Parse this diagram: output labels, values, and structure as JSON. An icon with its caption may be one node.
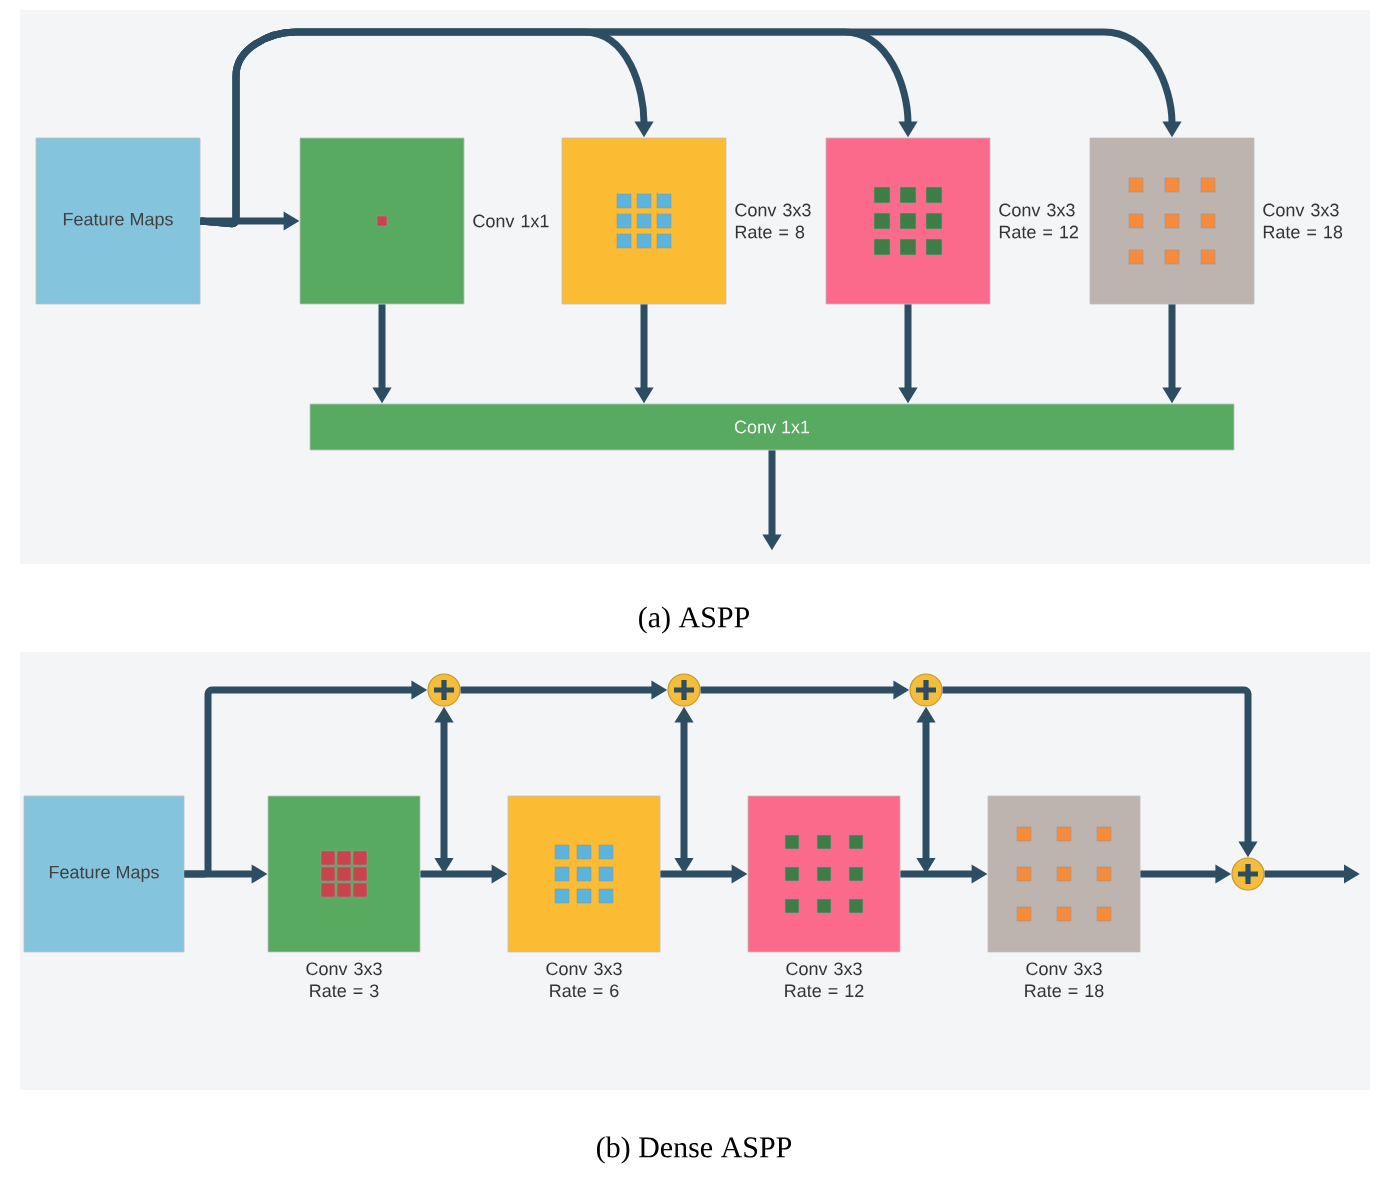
{
  "diagram": {
    "nodes": [
      {
        "text": [
          "Feature Maps"
        ]
      },
      {
        "text": [],
        "shape": "box",
        "beside": [
          "Conv 1x1"
        ]
      },
      {
        "text": [],
        "shape": "box",
        "beside": [
          "Conv 3x3 Rate = 8"
        ]
      },
      {
        "text": [],
        "shape": "box",
        "beside": [
          "Conv 3x3 Rate = 12"
        ]
      },
      {
        "text": [],
        "shape": "box",
        "beside": [
          "Conv 3x3 Rate = 18"
        ]
      },
      {
        "text": [
          "Conv 1x1"
        ]
      },
      {
        "text": [
          "Feature Maps"
        ]
      },
      {
        "text": [],
        "shape": "box",
        "beside": [
          "Conv 3x3 Rate = 3"
        ]
      },
      {
        "text": [],
        "shape": "box",
        "beside": [
          "Conv 3x3 Rate = 6"
        ]
      },
      {
        "text": [],
        "shape": "box",
        "beside": [
          "Conv 3x3 Rate = 12"
        ]
      },
      {
        "text": [],
        "shape": "box",
        "beside": [
          "Conv 3x3 Rate = 18"
        ]
      },
      {
        "text": [],
        "shape": "circle"
      },
      {
        "text": [],
        "shape": "circle"
      },
      {
        "text": [],
        "shape": "circle"
      },
      {
        "text": [],
        "shape": "circle"
      }
    ],
    "edges": [
      {
        "from": 0,
        "to": 1,
        "arrow": "to"
      },
      {
        "from": 0,
        "to": 2,
        "arrow": "to"
      },
      {
        "from": 0,
        "to": 3,
        "arrow": "to"
      },
      {
        "from": 0,
        "to": 4,
        "arrow": "to"
      },
      {
        "from": 1,
        "to": 5,
        "arrow": "to"
      },
      {
        "from": 2,
        "to": 5,
        "arrow": "to"
      },
      {
        "from": 3,
        "to": 5,
        "arrow": "to"
      },
      {
        "from": 4,
        "to": 5,
        "arrow": "to"
      },
      {
        "from": 5,
        "to": null,
        "arrow": "to"
      },
      {
        "from": 6,
        "to": 7,
        "arrow": "to"
      },
      {
        "from": 6,
        "to": 11,
        "arrow": "to"
      },
      {
        "from": 7,
        "to": 8,
        "arrow": "to"
      },
      {
        "from": 11,
        "to": 7,
        "arrow": "both"
      },
      {
        "from": 11,
        "to": 12,
        "arrow": "to"
      },
      {
        "from": 8,
        "to": 9,
        "arrow": "to"
      },
      {
        "from": 12,
        "to": 8,
        "arrow": "both"
      },
      {
        "from": 12,
        "to": 13,
        "arrow": "to"
      },
      {
        "from": 9,
        "to": 10,
        "arrow": "to"
      },
      {
        "from": 13,
        "to": 9,
        "arrow": "both"
      },
      {
        "from": 13,
        "to": 14,
        "arrow": "to"
      },
      {
        "from": 10,
        "to": 14,
        "arrow": "to"
      },
      {
        "from": 14,
        "to": null,
        "arrow": "to"
      }
    ],
    "labels": [
      "(a) ASPP",
      "(b) Dense ASPP"
    ]
  }
}
